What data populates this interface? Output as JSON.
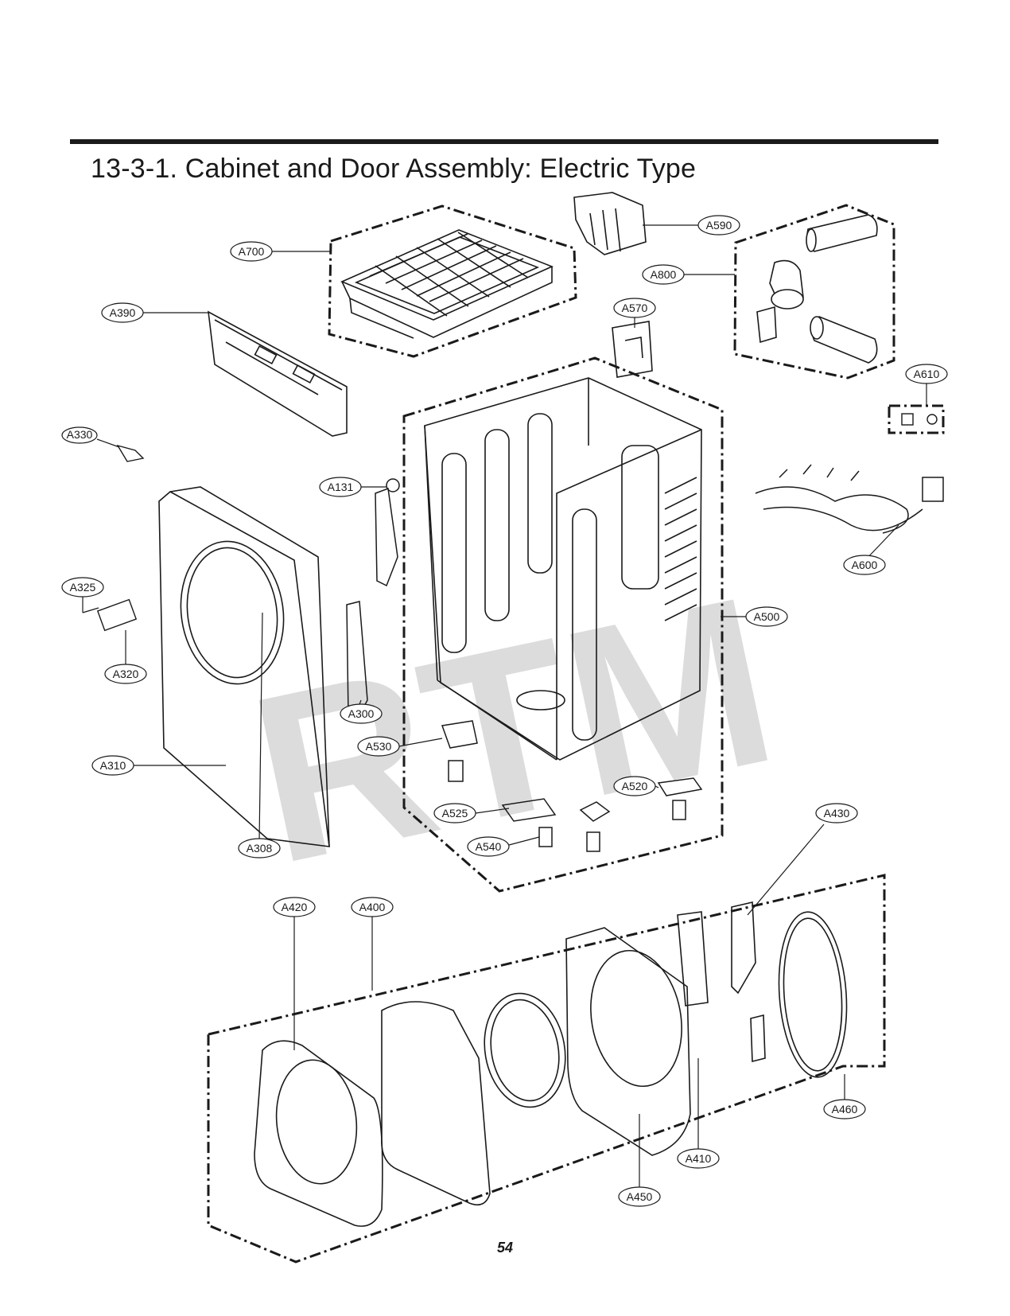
{
  "page": {
    "title": "13-3-1. Cabinet and Door Assembly: Electric Type",
    "page_number": "54",
    "watermark": "RTM"
  },
  "colors": {
    "ink": "#1a1a1a",
    "watermark": "#d9d9d9"
  },
  "callouts": [
    {
      "id": "A700",
      "label": "A700"
    },
    {
      "id": "A590",
      "label": "A590"
    },
    {
      "id": "A800",
      "label": "A800"
    },
    {
      "id": "A390",
      "label": "A390"
    },
    {
      "id": "A570",
      "label": "A570"
    },
    {
      "id": "A610",
      "label": "A610"
    },
    {
      "id": "A330",
      "label": "A330"
    },
    {
      "id": "A131",
      "label": "A131"
    },
    {
      "id": "A600",
      "label": "A600"
    },
    {
      "id": "A325",
      "label": "A325"
    },
    {
      "id": "A500",
      "label": "A500"
    },
    {
      "id": "A320",
      "label": "A320"
    },
    {
      "id": "A300",
      "label": "A300"
    },
    {
      "id": "A530",
      "label": "A530"
    },
    {
      "id": "A310",
      "label": "A310"
    },
    {
      "id": "A520",
      "label": "A520"
    },
    {
      "id": "A525",
      "label": "A525"
    },
    {
      "id": "A430",
      "label": "A430"
    },
    {
      "id": "A308",
      "label": "A308"
    },
    {
      "id": "A540",
      "label": "A540"
    },
    {
      "id": "A420",
      "label": "A420"
    },
    {
      "id": "A400",
      "label": "A400"
    },
    {
      "id": "A460",
      "label": "A460"
    },
    {
      "id": "A410",
      "label": "A410"
    },
    {
      "id": "A450",
      "label": "A450"
    }
  ]
}
